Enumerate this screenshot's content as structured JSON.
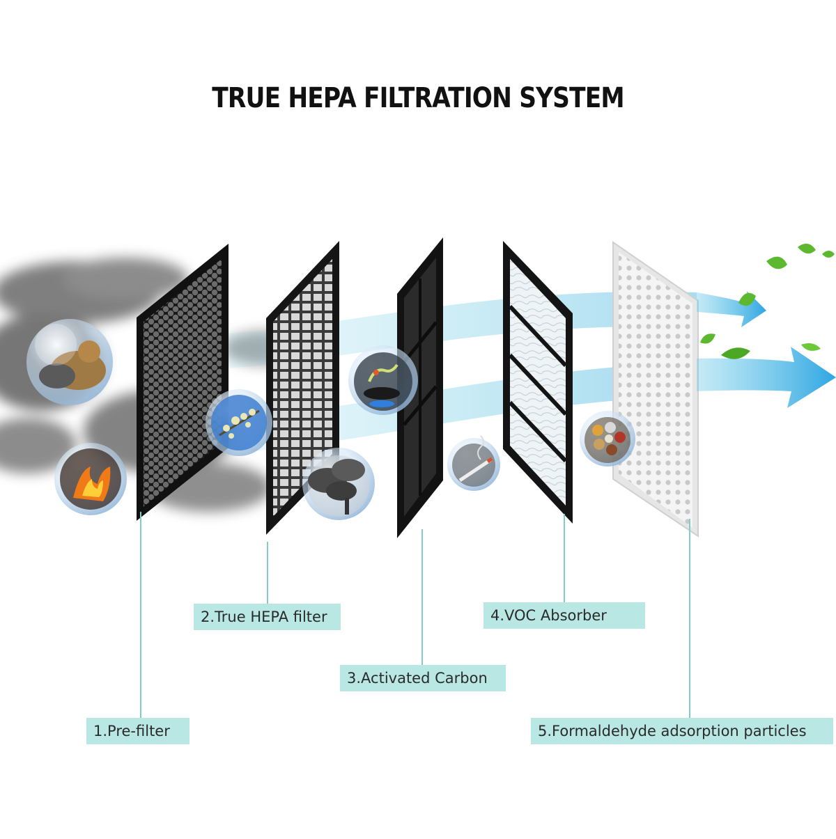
{
  "title": "TRUE HEPA FILTRATION SYSTEM",
  "stages": [
    {
      "label": "1.Pre-filter"
    },
    {
      "label": "2.True HEPA filter"
    },
    {
      "label": "3.Activated Carbon"
    },
    {
      "label": "4.VOC Absorber"
    },
    {
      "label": "5.Formaldehyde  adsorption particles"
    }
  ],
  "colors": {
    "label_bg": "#b9e8e4",
    "connector": "#7fcfc8",
    "airflow": "#5bc3e0",
    "arrow": "#3aaee0",
    "leaf": "#5cb82e",
    "frame": "#1a1a1a",
    "smoke": "#555555"
  },
  "icons": {
    "pollutants": [
      "pets-icon",
      "fire-icon",
      "pollen-icon",
      "cooking-icon",
      "factory-smoke-icon",
      "cigarette-smoke-icon",
      "paint-icon"
    ],
    "clean_air": [
      "leaf-icon",
      "arrow-icon"
    ]
  }
}
